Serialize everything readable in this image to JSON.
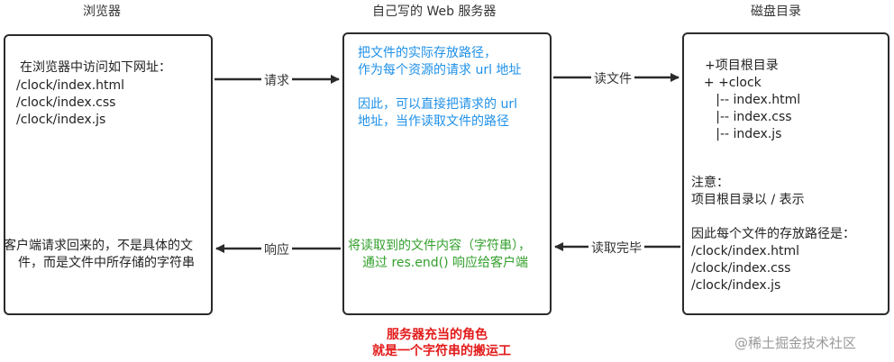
{
  "titles": {
    "browser": "浏览器",
    "server": "自己写的 Web 服务器",
    "disk": "磁盘目录"
  },
  "browser": {
    "top_text": [
      "在浏览器中访问如下网址：",
      "/clock/index.html",
      "/clock/index.css",
      "/clock/index.js"
    ],
    "bottom_text": [
      "客户端请求回来的，不是具体的文",
      "件，而是文件中所存储的字符串"
    ]
  },
  "server": {
    "top_text": [
      "把文件的实际存放路径，",
      "作为每个资源的请求 url 地址"
    ],
    "mid_text": [
      "因此，可以直接把请求的 url",
      "地址，当作读取文件的路径"
    ],
    "bottom_text": [
      "将读取到的文件内容（字符串），",
      "通过 res.end() 响应给客户端"
    ],
    "role_text": [
      "服务器充当的角色",
      "就是一个字符串的搬运工"
    ]
  },
  "disk": {
    "tree": [
      "+项目根目录",
      "  + +clock",
      "     |-- index.html",
      "     |-- index.css",
      "     |-- index.js"
    ],
    "note": [
      "注意：",
      "项目根目录以 / 表示"
    ],
    "paths": [
      "因此每个文件的存放路径是：",
      "/clock/index.html",
      "/clock/index.css",
      "/clock/index.js"
    ]
  },
  "arrows": {
    "request": "请求",
    "read_file": "读文件",
    "response": "响应",
    "read_done": "读取完毕"
  },
  "watermark": "@稀土掘金技术社区",
  "colors": {
    "blue": "#1e90e8",
    "green": "#33a02c",
    "red": "#e31b1b",
    "border": "#2b2b2b"
  }
}
